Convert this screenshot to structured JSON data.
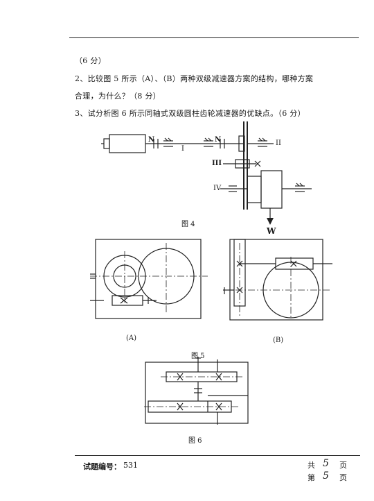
{
  "page": {
    "score_note": "（6 分）",
    "q2_line1": "2、比较图 5 所示（A）、（B）两种双级减速器方案的结构，哪种方案",
    "q2_line2": "合理，为什么？（8 分）",
    "q3_line1": "3、试分析图 6 所示同轴式双级圆柱齿轮减速器的优缺点。（6 分）"
  },
  "fig4": {
    "caption": "图 4",
    "label_N1": "N",
    "label_N2": "N",
    "label_I": "I",
    "label_II": "II",
    "label_III": "III",
    "label_IV": "IV",
    "label_W": "W"
  },
  "fig5": {
    "caption": "图 5",
    "label_A": "(A)",
    "label_B": "(B)"
  },
  "fig6": {
    "caption": "图 6"
  },
  "footer": {
    "exam_code_label": "试题编号：",
    "exam_code": "531",
    "total_label_pre": "共",
    "total_pages": "5",
    "total_label_post": "页",
    "page_label_pre": "第",
    "page_number": "5",
    "page_label_post": "页"
  }
}
